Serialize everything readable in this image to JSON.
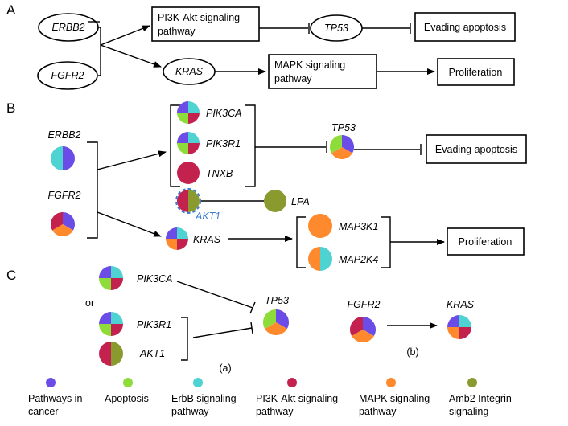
{
  "colors": {
    "pathways_in_cancer": "#6B4CE6",
    "apoptosis": "#8EDC3A",
    "erbb": "#4FD2D2",
    "pi3k_akt": "#C4224E",
    "mapk": "#FF8A2E",
    "amb2": "#8A9A2E",
    "akt1_label": "#3A7BD5"
  },
  "panels": {
    "a": "A",
    "b": "B",
    "c": "C"
  },
  "panel_a": {
    "erbb2": "ERBB2",
    "fgfr2": "FGFR2",
    "pi3k_line1": "PI3K-Akt signaling",
    "pi3k_line2": "pathway",
    "tp53": "TP53",
    "evading": "Evading apoptosis",
    "kras": "KRAS",
    "mapk_line1": "MAPK signaling",
    "mapk_line2": "pathway",
    "proliferation": "Proliferation"
  },
  "panel_b": {
    "erbb2": "ERBB2",
    "fgfr2": "FGFR2",
    "pik3ca": "PIK3CA",
    "pik3r1": "PIK3R1",
    "tnxb": "TNXB",
    "akt1": "AKT1",
    "lpa": "LPA",
    "tp53": "TP53",
    "evading": "Evading apoptosis",
    "kras": "KRAS",
    "map3k1": "MAP3K1",
    "map2k4": "MAP2K4",
    "proliferation": "Proliferation"
  },
  "panel_c": {
    "or": "or",
    "pik3ca": "PIK3CA",
    "pik3r1": "PIK3R1",
    "akt1": "AKT1",
    "tp53": "TP53",
    "fgfr2": "FGFR2",
    "kras": "KRAS",
    "sub_a": "(a)",
    "sub_b": "(b)"
  },
  "legend": [
    {
      "label1": "Pathways in",
      "label2": "cancer"
    },
    {
      "label1": "Apoptosis",
      "label2": ""
    },
    {
      "label1": "ErbB signaling",
      "label2": "pathway"
    },
    {
      "label1": "PI3K-Akt signaling",
      "label2": "pathway"
    },
    {
      "label1": "MAPK signaling",
      "label2": "pathway"
    },
    {
      "label1": "Amb2 Integrin",
      "label2": "signaling"
    }
  ]
}
